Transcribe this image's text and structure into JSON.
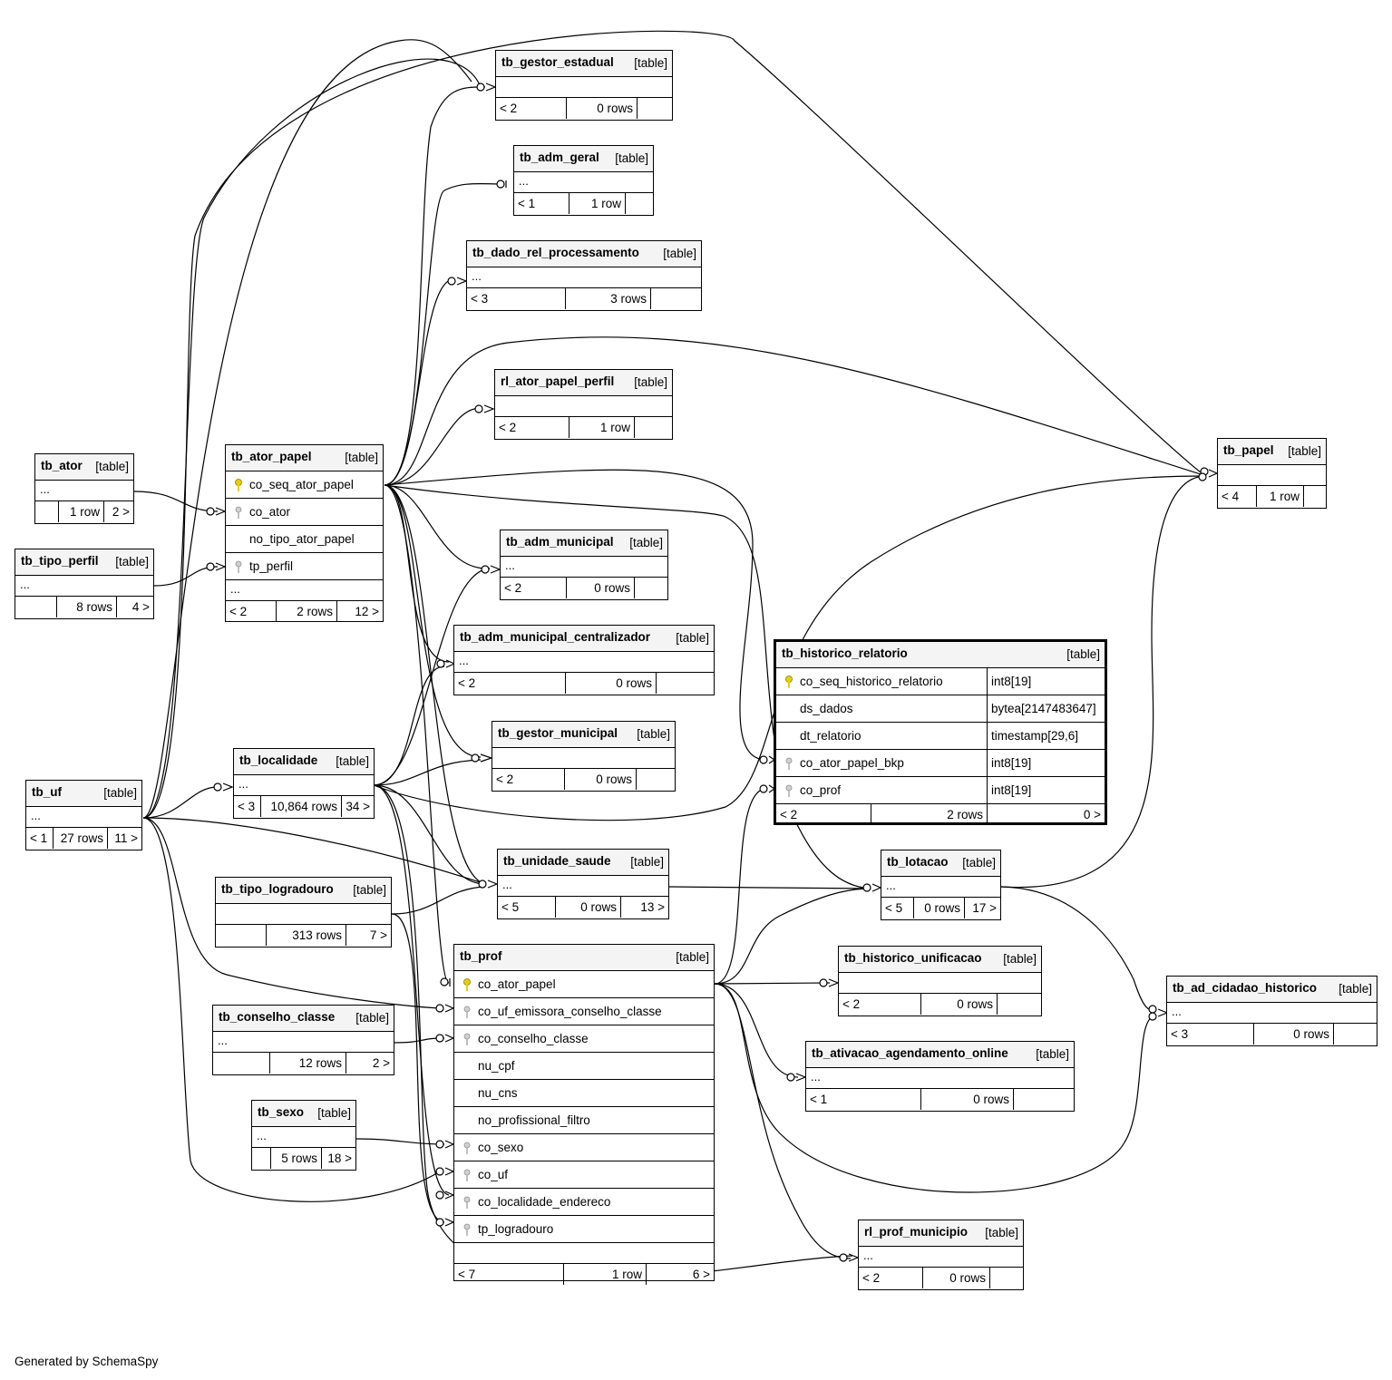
{
  "footer": "Generated by SchemaSpy",
  "type_label": "[table]",
  "tables": {
    "tb_gestor_estadual": {
      "name": "tb_gestor_estadual",
      "parents": "< 2",
      "rows": "0 rows",
      "children": ""
    },
    "tb_adm_geral": {
      "name": "tb_adm_geral",
      "parents": "< 1",
      "rows": "1 row",
      "children": "",
      "body": "..."
    },
    "tb_dado_rel_processamento": {
      "name": "tb_dado_rel_processamento",
      "parents": "< 3",
      "rows": "3 rows",
      "children": "",
      "body": "..."
    },
    "rl_ator_papel_perfil": {
      "name": "rl_ator_papel_perfil",
      "parents": "< 2",
      "rows": "1 row",
      "children": ""
    },
    "tb_papel": {
      "name": "tb_papel",
      "parents": "< 4",
      "rows": "1 row",
      "children": ""
    },
    "tb_ator": {
      "name": "tb_ator",
      "parents": "",
      "rows": "1 row",
      "children": "2 >",
      "body": "..."
    },
    "tb_tipo_perfil": {
      "name": "tb_tipo_perfil",
      "parents": "",
      "rows": "8 rows",
      "children": "4 >",
      "body": "..."
    },
    "tb_ator_papel": {
      "name": "tb_ator_papel",
      "parents": "< 2",
      "rows": "2 rows",
      "children": "12 >",
      "body": "...",
      "columns": [
        "co_seq_ator_papel",
        "co_ator",
        "no_tipo_ator_papel",
        "tp_perfil"
      ]
    },
    "tb_adm_municipal": {
      "name": "tb_adm_municipal",
      "parents": "< 2",
      "rows": "0 rows",
      "children": "",
      "body": "..."
    },
    "tb_adm_municipal_centralizador": {
      "name": "tb_adm_municipal_centralizador",
      "parents": "< 2",
      "rows": "0 rows",
      "children": "",
      "body": "..."
    },
    "tb_historico_relatorio": {
      "name": "tb_historico_relatorio",
      "parents": "< 2",
      "rows": "2 rows",
      "children": "0 >",
      "columns": [
        {
          "name": "co_seq_historico_relatorio",
          "type": "int8[19]"
        },
        {
          "name": "ds_dados",
          "type": "bytea[2147483647]"
        },
        {
          "name": "dt_relatorio",
          "type": "timestamp[29,6]"
        },
        {
          "name": "co_ator_papel_bkp",
          "type": "int8[19]"
        },
        {
          "name": "co_prof",
          "type": "int8[19]"
        }
      ]
    },
    "tb_gestor_municipal": {
      "name": "tb_gestor_municipal",
      "parents": "< 2",
      "rows": "0 rows",
      "children": ""
    },
    "tb_localidade": {
      "name": "tb_localidade",
      "parents": "< 3",
      "rows": "10,864 rows",
      "children": "34 >",
      "body": "..."
    },
    "tb_uf": {
      "name": "tb_uf",
      "parents": "< 1",
      "rows": "27 rows",
      "children": "11 >",
      "body": "..."
    },
    "tb_unidade_saude": {
      "name": "tb_unidade_saude",
      "parents": "< 5",
      "rows": "0 rows",
      "children": "13 >",
      "body": "..."
    },
    "tb_lotacao": {
      "name": "tb_lotacao",
      "parents": "< 5",
      "rows": "0 rows",
      "children": "17 >",
      "body": "..."
    },
    "tb_tipo_logradouro": {
      "name": "tb_tipo_logradouro",
      "parents": "",
      "rows": "313 rows",
      "children": "7 >"
    },
    "tb_prof": {
      "name": "tb_prof",
      "parents": "< 7",
      "rows": "1 row",
      "children": "6 >",
      "columns": [
        "co_ator_papel",
        "co_uf_emissora_conselho_classe",
        "co_conselho_classe",
        "nu_cpf",
        "nu_cns",
        "no_profissional_filtro",
        "co_sexo",
        "co_uf",
        "co_localidade_endereco",
        "tp_logradouro"
      ]
    },
    "tb_historico_unificacao": {
      "name": "tb_historico_unificacao",
      "parents": "< 2",
      "rows": "0 rows",
      "children": ""
    },
    "tb_ad_cidadao_historico": {
      "name": "tb_ad_cidadao_historico",
      "parents": "< 3",
      "rows": "0 rows",
      "children": "",
      "body": "..."
    },
    "tb_conselho_classe": {
      "name": "tb_conselho_classe",
      "parents": "",
      "rows": "12 rows",
      "children": "2 >",
      "body": "..."
    },
    "tb_ativacao_agendamento_online": {
      "name": "tb_ativacao_agendamento_online",
      "parents": "< 1",
      "rows": "0 rows",
      "children": "",
      "body": "..."
    },
    "tb_sexo": {
      "name": "tb_sexo",
      "parents": "",
      "rows": "5 rows",
      "children": "18 >",
      "body": "..."
    },
    "rl_prof_municipio": {
      "name": "rl_prof_municipio",
      "parents": "< 2",
      "rows": "0 rows",
      "children": "",
      "body": "..."
    }
  },
  "colors": {
    "header_bg": "#f4f4f4",
    "pk_key": "#e8d000",
    "fk_key": "#b0b0b0",
    "line": "#000000"
  }
}
